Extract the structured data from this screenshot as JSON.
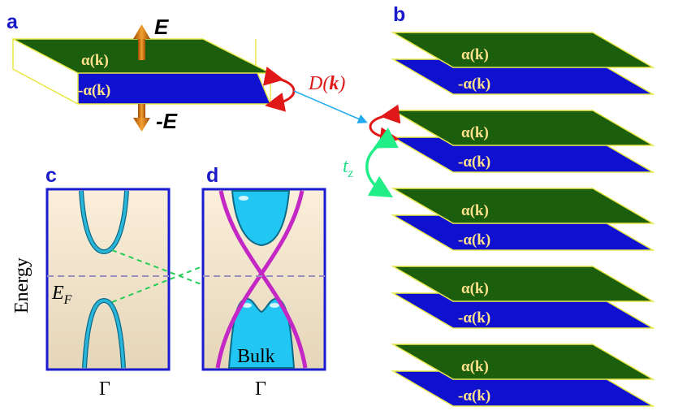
{
  "panels": {
    "a": "a",
    "b": "b",
    "c": "c",
    "d": "d"
  },
  "field": {
    "up": "E",
    "down": "-E"
  },
  "sheet": {
    "top": "α(k)",
    "bottom": "-α(k)"
  },
  "coupling": {
    "D_prefix": "D(",
    "D_k": "k",
    "D_suffix": ")",
    "t": "t",
    "t_sub": "z"
  },
  "axis": {
    "energy": "Energy",
    "fermi": "E",
    "fermi_sub": "F",
    "gamma_c": "Γ",
    "gamma_d": "Γ"
  },
  "bulk": "Bulk",
  "stack_layers": 5,
  "colors": {
    "top_sheet": "#1b5e0e",
    "bottom_sheet": "#1010d0",
    "edge": "#e8e84a",
    "label": "#ffe28a",
    "panel_letter": "#1a1ac8",
    "frame": "#1a1ad0",
    "band": "#2ab6d8",
    "surface_band": "#c428c4",
    "bulk_fill": "#22c6f2",
    "fermi_line": "#9a90c0",
    "dashed": "#22cc55",
    "D_arrow": "#e01818",
    "t_arrow": "#22ee88",
    "link_arrow": "#22aaee",
    "field_arrow": "#d97b10"
  }
}
